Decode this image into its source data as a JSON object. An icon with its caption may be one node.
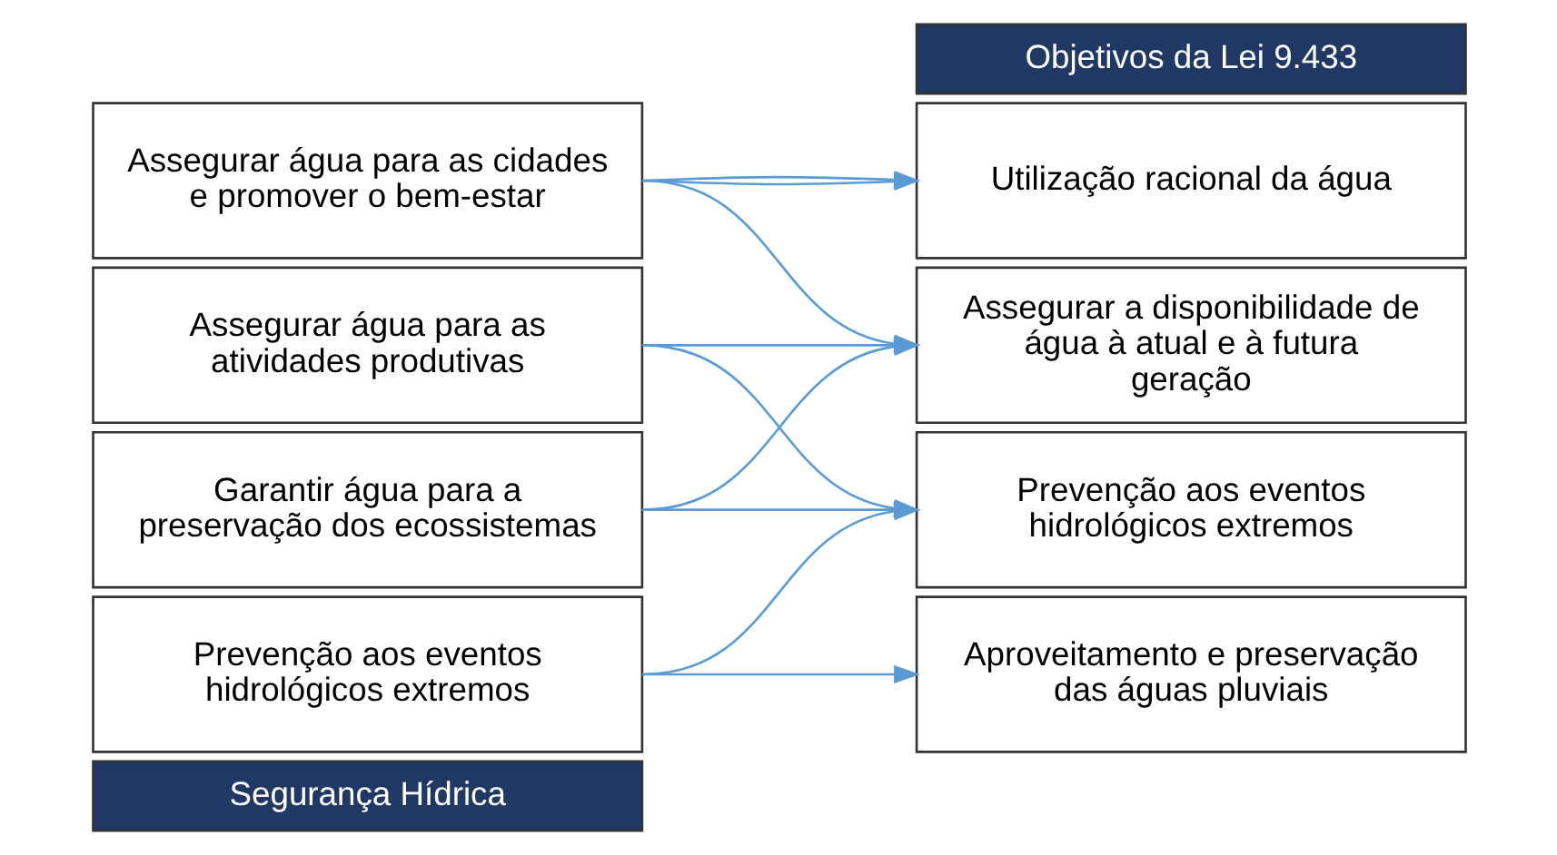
{
  "diagram": {
    "nodes": [
      {
        "text": [
          "Segurança Hídrica"
        ]
      },
      {
        "text": [
          "Assegurar água para as cidades e promover o bem-estar"
        ]
      },
      {
        "text": [
          "Assegurar água para as atividades produtivas"
        ]
      },
      {
        "text": [
          "Prevenção aos eventos hidrológicos extremos"
        ]
      },
      {
        "text": [
          "Garantir água para a preservação dos ecossistemas"
        ]
      },
      {
        "text": [
          "Objetivos da Lei 9.433"
        ]
      },
      {
        "text": [
          "Assegurar a disponibilidade de água à atual e à futura geração"
        ]
      },
      {
        "text": [
          "Utilização racional da água"
        ]
      },
      {
        "text": [
          "Prevenção aos eventos hidrológicos extremos"
        ]
      },
      {
        "text": [
          "Aproveitamento e preservação das águas pluviais"
        ]
      }
    ],
    "edges": [
      {
        "from": 1,
        "to": 6,
        "arrow": "to"
      },
      {
        "from": 1,
        "to": 7,
        "arrow": "to"
      },
      {
        "from": 1,
        "to": 7,
        "arrow": "to"
      },
      {
        "from": 2,
        "to": 6,
        "arrow": "to"
      },
      {
        "from": 2,
        "to": 8,
        "arrow": "to"
      },
      {
        "from": 3,
        "to": 8,
        "arrow": "to"
      },
      {
        "from": 3,
        "to": 9,
        "arrow": "to"
      },
      {
        "from": 4,
        "to": 6,
        "arrow": "to"
      },
      {
        "from": 4,
        "to": 8,
        "arrow": "to"
      }
    ]
  }
}
